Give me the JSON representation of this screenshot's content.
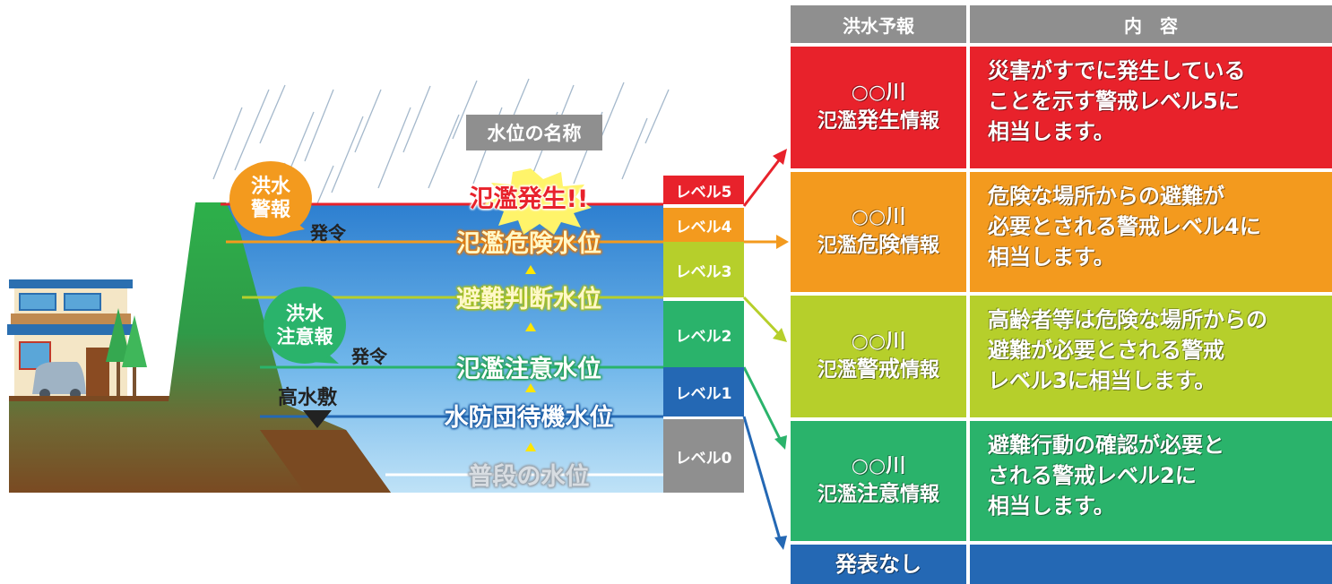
{
  "header": {
    "col_forecast": "洪水予報",
    "col_content": "内　容"
  },
  "diagram_title": "水位の名称",
  "warnings": {
    "keihou": "洪水\n警報",
    "chuuihou": "洪水\n注意報",
    "issued": "発令"
  },
  "takamishiki": "高水敷",
  "water_levels": [
    {
      "name": "氾濫発生!!"
    },
    {
      "name": "氾濫危険水位"
    },
    {
      "name": "避難判断水位"
    },
    {
      "name": "氾濫注意水位"
    },
    {
      "name": "水防団待機水位"
    },
    {
      "name": "普段の水位"
    }
  ],
  "levels": [
    {
      "label": "レベル5",
      "color": "#e8222b"
    },
    {
      "label": "レベル4",
      "color": "#f39a1e"
    },
    {
      "label": "レベル3",
      "color": "#b6cf2b"
    },
    {
      "label": "レベル2",
      "color": "#2ab36b"
    },
    {
      "label": "レベル1",
      "color": "#2468b4"
    },
    {
      "label": "レベル0",
      "color": "#8f8f8f"
    }
  ],
  "rows": [
    {
      "river": "○○川",
      "prefix": "氾濫",
      "key": "発生",
      "suffix": "情報",
      "content": "災害がすでに発生している\nことを示す警戒レベル5に\n相当します。",
      "color": "#e8222b"
    },
    {
      "river": "○○川",
      "prefix": "氾濫",
      "key": "危険",
      "suffix": "情報",
      "content": "危険な場所からの避難が\n必要とされる警戒レベル4に\n相当します。",
      "color": "#f39a1e"
    },
    {
      "river": "○○川",
      "prefix": "氾濫",
      "key": "警戒",
      "suffix": "情報",
      "content": "高齢者等は危険な場所からの\n避難が必要とされる警戒\nレベル3に相当します。",
      "color": "#b6cf2b"
    },
    {
      "river": "○○川",
      "prefix": "氾濫",
      "key": "注意",
      "suffix": "情報",
      "content": "避難行動の確認が必要と\nされる警戒レベル2に\n相当します。",
      "color": "#2ab36b"
    }
  ],
  "last_row": {
    "label": "発表なし",
    "color": "#2468b4"
  }
}
